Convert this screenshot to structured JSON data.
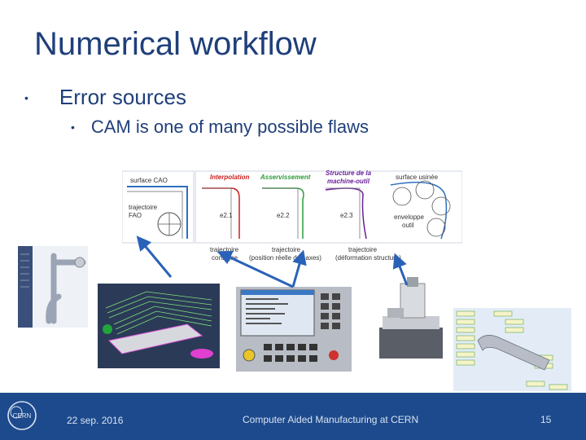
{
  "slide": {
    "title": "Numerical workflow",
    "bullet_level1": "Error sources",
    "bullet_level2": "CAM is one of many possible flaws"
  },
  "diagram": {
    "surface_cao": "surface CAO",
    "trajectoire_fao_1": "trajectoire",
    "trajectoire_fao_2": "FAO",
    "interpolation": "Interpolation",
    "asservissement": "Asservissement",
    "structure_1": "Structure de la",
    "structure_2": "machine-outil",
    "surface_usinee": "surface usinée",
    "e21": "e2.1",
    "e22": "e2.2",
    "e23": "e2.3",
    "enveloppe_1": "enveloppe",
    "enveloppe_2": "outil",
    "traj1_a": "trajectoire",
    "traj1_b": "consigne",
    "traj2_a": "trajectoire",
    "traj2_b": "(position réelle des axes)",
    "traj3_a": "trajectoire",
    "traj3_b": "(déformation structure)"
  },
  "footer": {
    "date": "22 sep. 2016",
    "title": "Computer Aided Manufacturing at CERN",
    "page": "15",
    "logo_text": "CERN"
  },
  "colors": {
    "title": "#1f3f7a",
    "footer_bg": "#1d4a8c",
    "interpolation": "#cc1f1f",
    "asservissement": "#2e9a3a",
    "structure": "#6a1f9a",
    "arrow": "#2a62b8"
  }
}
